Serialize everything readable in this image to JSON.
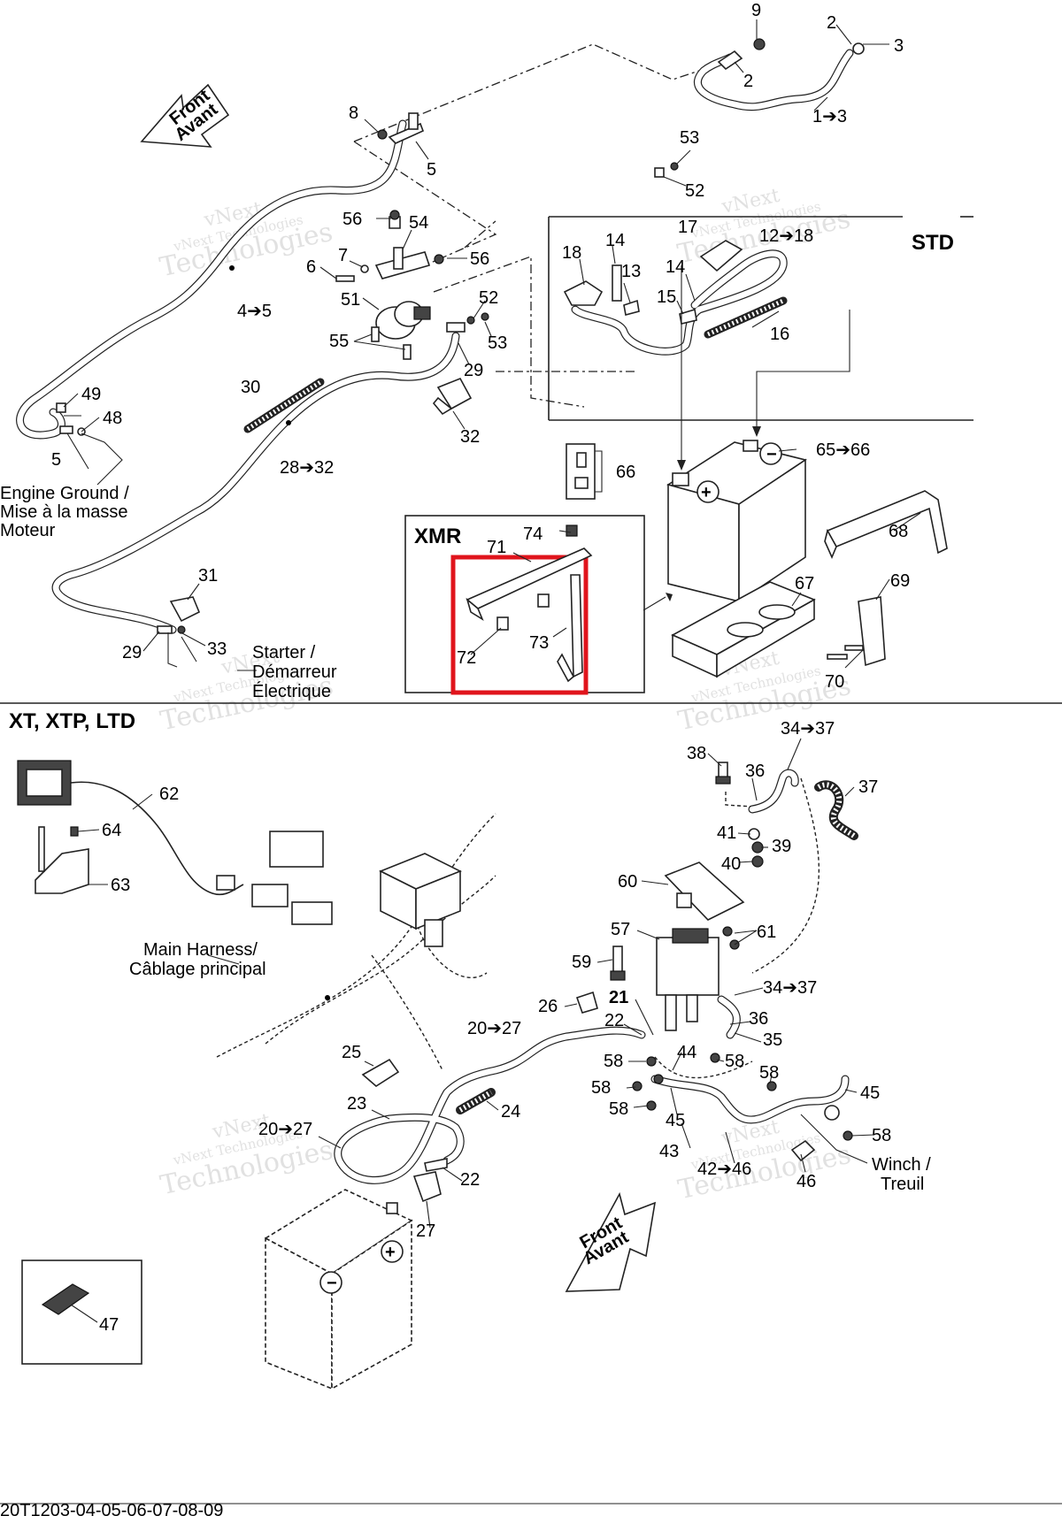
{
  "diagram": {
    "footer_code": "20T1203-04-05-06-07-08-09",
    "sections": {
      "std": "STD",
      "xmr": "XMR",
      "xt": "XT, XTP, LTD"
    },
    "arrows": {
      "front_top": [
        "Front",
        "Avant"
      ],
      "front_bottom": [
        "Front",
        "Avant"
      ]
    },
    "captions": {
      "engine_ground": [
        "Engine Ground /",
        "Mise à la masse",
        "Moteur"
      ],
      "starter": [
        "Starter /",
        "Démarreur",
        "Électrique"
      ],
      "main_harness": [
        "Main Harness/",
        "Câblage principal"
      ],
      "winch": [
        "Winch /",
        "Treuil"
      ]
    },
    "watermark": [
      "vNext",
      "vNext Technologies",
      "Technologies"
    ],
    "callouts": {
      "c9": "9",
      "c2a": "2",
      "c3": "3",
      "c2b": "2",
      "c1_3": "1➔3",
      "c8": "8",
      "c5a": "5",
      "c53a": "53",
      "c52a": "52",
      "c56a": "56",
      "c54": "54",
      "c17": "17",
      "c12_18": "12➔18",
      "c18": "18",
      "c14a": "14",
      "c7": "7",
      "c56b": "56",
      "c6": "6",
      "c13": "13",
      "c14b": "14",
      "c51": "51",
      "c52b": "52",
      "c15": "15",
      "c16": "16",
      "c55": "55",
      "c53b": "53",
      "c4_5": "4➔5",
      "c29a": "29",
      "c30": "30",
      "c49": "49",
      "c48": "48",
      "c5b": "5",
      "c32": "32",
      "c28_32": "28➔32",
      "c66": "66",
      "c65_66": "65➔66",
      "c74": "74",
      "c71": "71",
      "c68": "68",
      "c67": "67",
      "c69": "69",
      "c31": "31",
      "c33": "33",
      "c29b": "29",
      "c72": "72",
      "c73": "73",
      "c70": "70",
      "c34_37a": "34➔37",
      "c38": "38",
      "c36a": "36",
      "c37": "37",
      "c62": "62",
      "c64": "64",
      "c41": "41",
      "c39": "39",
      "c40": "40",
      "c63": "63",
      "c60": "60",
      "c57": "57",
      "c61": "61",
      "c59": "59",
      "c34_37b": "34➔37",
      "c21": "21",
      "c26": "26",
      "c36b": "36",
      "c22a": "22",
      "c20_27a": "20➔27",
      "c35": "35",
      "c25": "25",
      "c44": "44",
      "c58a": "58",
      "c58b": "58",
      "c58c": "58",
      "c58d": "58",
      "c45a": "45",
      "c58e": "58",
      "c24": "24",
      "c23": "23",
      "c45b": "45",
      "c20_27b": "20➔27",
      "c43": "43",
      "c42_46": "42➔46",
      "c46": "46",
      "c22b": "22",
      "c27": "27",
      "c47": "47"
    },
    "highlight_color": "#e0141c",
    "line_color": "#222222"
  }
}
